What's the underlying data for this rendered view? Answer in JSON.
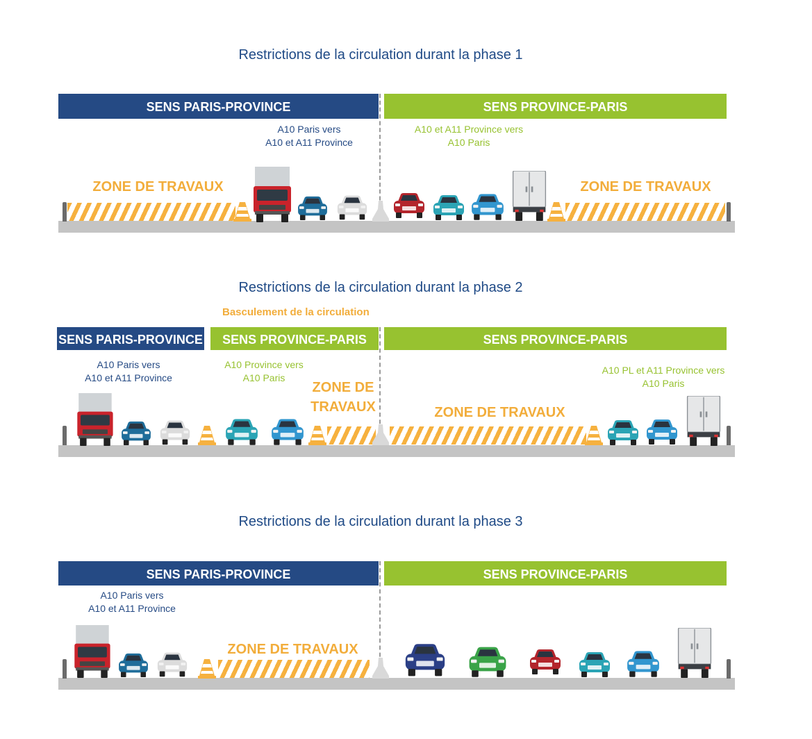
{
  "phase1": {
    "title": "Restrictions de la circulation durant la phase 1",
    "band_left": "SENS PARIS-PROVINCE",
    "band_right": "SENS PROVINCE-PARIS",
    "label_left": [
      "A10 Paris vers",
      "A10 et A11 Province"
    ],
    "label_right": [
      "A10 et A11 Province vers",
      "A10 Paris"
    ],
    "zone_left": "ZONE DE TRAVAUX",
    "zone_right": "ZONE DE TRAVAUX"
  },
  "phase2": {
    "title": "Restrictions de la circulation durant la phase 2",
    "subtitle": "Basculement de la circulation",
    "band_left": "SENS PARIS-PROVINCE",
    "band_mid": "SENS PROVINCE-PARIS",
    "band_right": "SENS PROVINCE-PARIS",
    "label_left": [
      "A10 Paris vers",
      "A10 et A11 Province"
    ],
    "label_mid": [
      "A10 Province vers",
      "A10 Paris"
    ],
    "label_right": [
      "A10 PL et A11 Province vers",
      "A10 Paris"
    ],
    "zone_mid": [
      "ZONE DE",
      "TRAVAUX"
    ],
    "zone_right": "ZONE DE TRAVAUX"
  },
  "phase3": {
    "title": "Restrictions de la circulation durant la phase 3",
    "band_left": "SENS PARIS-PROVINCE",
    "band_right": "SENS PROVINCE-PARIS",
    "label_left": [
      "A10 Paris vers",
      "A10 et A11 Province"
    ],
    "zone_left": "ZONE DE TRAVAUX"
  },
  "colors": {
    "blue": "#254a84",
    "green": "#97c230",
    "orange": "#f6b13f",
    "title": "#1f4a86"
  },
  "icons": [
    "truck-icon",
    "car-icon",
    "van-icon",
    "box-truck-icon",
    "traffic-cone-icon",
    "jersey-barrier-icon"
  ]
}
